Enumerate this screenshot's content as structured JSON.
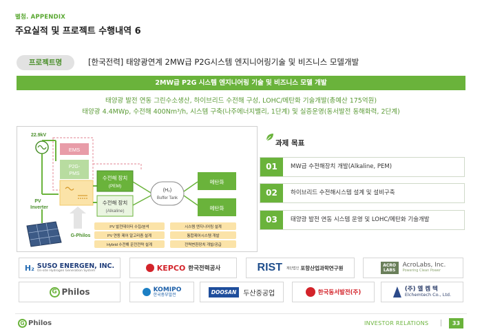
{
  "header": {
    "appendix": "별첨. APPENDIX",
    "title": "주요실적 및 프로젝트 수행내역 6"
  },
  "project": {
    "label": "프로젝트명",
    "title": "[한국전력] 태양광연계 2MW급 P2G시스템 엔지니어링기술 및 비즈니스 모델개발"
  },
  "banner": "2MW급 P2G 시스템 엔지니어링 기술 및 비즈니스 모델 개발",
  "description": [
    "태양광 발전 연동 그린수소생산, 하이브리드 수전해 구성, LOHC/메탄화 기술개발(총예산 175억원)",
    "태양광 4.4MWp, 수전해 400Nm³/h, 시스템 구축(나주에너지밸리, 1단계) 및 실증운영(동서발전 동해화력, 2단계)"
  ],
  "diagram": {
    "voltage": "22.9kV",
    "ems": "EMS",
    "p2g_pms_1": "P2G-",
    "p2g_pms_2": "PMS",
    "pv_inverter_1": "PV",
    "pv_inverter_2": "Inverter",
    "electrolyzer_pem_1": "수전해 장치",
    "electrolyzer_pem_2": "(PEM)",
    "electrolyzer_alk_1": "수전해 장치",
    "electrolyzer_alk_2": "(Alkaline)",
    "buffer_1": "(H₂)",
    "buffer_2": "Buffer Tank",
    "methanation_1": "메탄화",
    "methanation_2": "메탄화",
    "gphilos": "G-Philos",
    "tasks_left": [
      "PV 발전데이터 수집/분석",
      "PV 연동 제어 알고리즘 설계",
      "Hybrid 수전해 운전전략 설계"
    ],
    "tasks_right": [
      "시스템 엔지니어링 설계",
      "통합제어시스템 개발",
      "전력변환장치 개발/공급"
    ]
  },
  "goals": {
    "title": "과제 목표",
    "items": [
      {
        "num": "01",
        "text": "MW급 수전해장치 개발(Alkaline, PEM)"
      },
      {
        "num": "02",
        "text": "하이브리드 수전해시스템 설계 및 설비구축"
      },
      {
        "num": "03",
        "text": "태양광 발전 연동 시스템 운영 및 LOHC/메탄화 기술개발"
      }
    ]
  },
  "logos": {
    "suso_main": "SUSO ENERGEN, INC.",
    "suso_sub": "On-site Hydrogen Generation System",
    "kepco_en": "KEPCO",
    "kepco_ko": "한국전력공사",
    "rist_en": "RIST",
    "rist_ko1": "재단법인",
    "rist_ko2": "포항산업과학연구원",
    "acro_mark": "ACRO LABS",
    "acro_name": "AcroLabs, Inc.",
    "acro_sub": "Powering Clean Power",
    "philos": "Philos",
    "komipo_en": "KOMIPO",
    "komipo_ko": "한국중부발전",
    "doosan_en": "DOOSAN",
    "doosan_ko": "두산중공업",
    "ewp_ko": "한국동서발전(주)",
    "elchem_ko": "(주) 엘 켐 텍",
    "elchem_en": "Elchemtech Co., Ltd."
  },
  "footer": {
    "logo": "Philos",
    "section": "INVESTOR RELATIONS",
    "page": "33"
  },
  "colors": {
    "accent": "#6ab33b",
    "text": "#222222",
    "tag_bg": "#fbe3a8",
    "pink": "#e89ca8"
  }
}
